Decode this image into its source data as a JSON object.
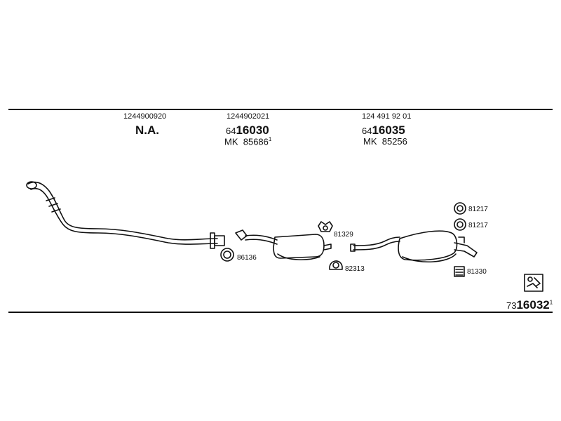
{
  "columns": [
    {
      "part_no": "1244900920",
      "code": "N.A."
    },
    {
      "part_no": "1244902021",
      "code_prefix": "64",
      "code": "16030",
      "mk_prefix": "MK",
      "mk": "85686",
      "mk_sup": "1"
    },
    {
      "part_no": "124 491 92 01",
      "code_prefix": "64",
      "code": "16035",
      "mk_prefix": "MK",
      "mk": "85256"
    }
  ],
  "parts": {
    "clamp_a": "86136",
    "gasket_a": "81329",
    "clamp_b": "82313",
    "ring_a": "81217",
    "ring_b": "81217",
    "mount": "81330"
  },
  "kit": {
    "prefix": "73",
    "code": "16032",
    "sup": "1"
  },
  "colors": {
    "ink": "#111111",
    "bg": "#ffffff"
  }
}
